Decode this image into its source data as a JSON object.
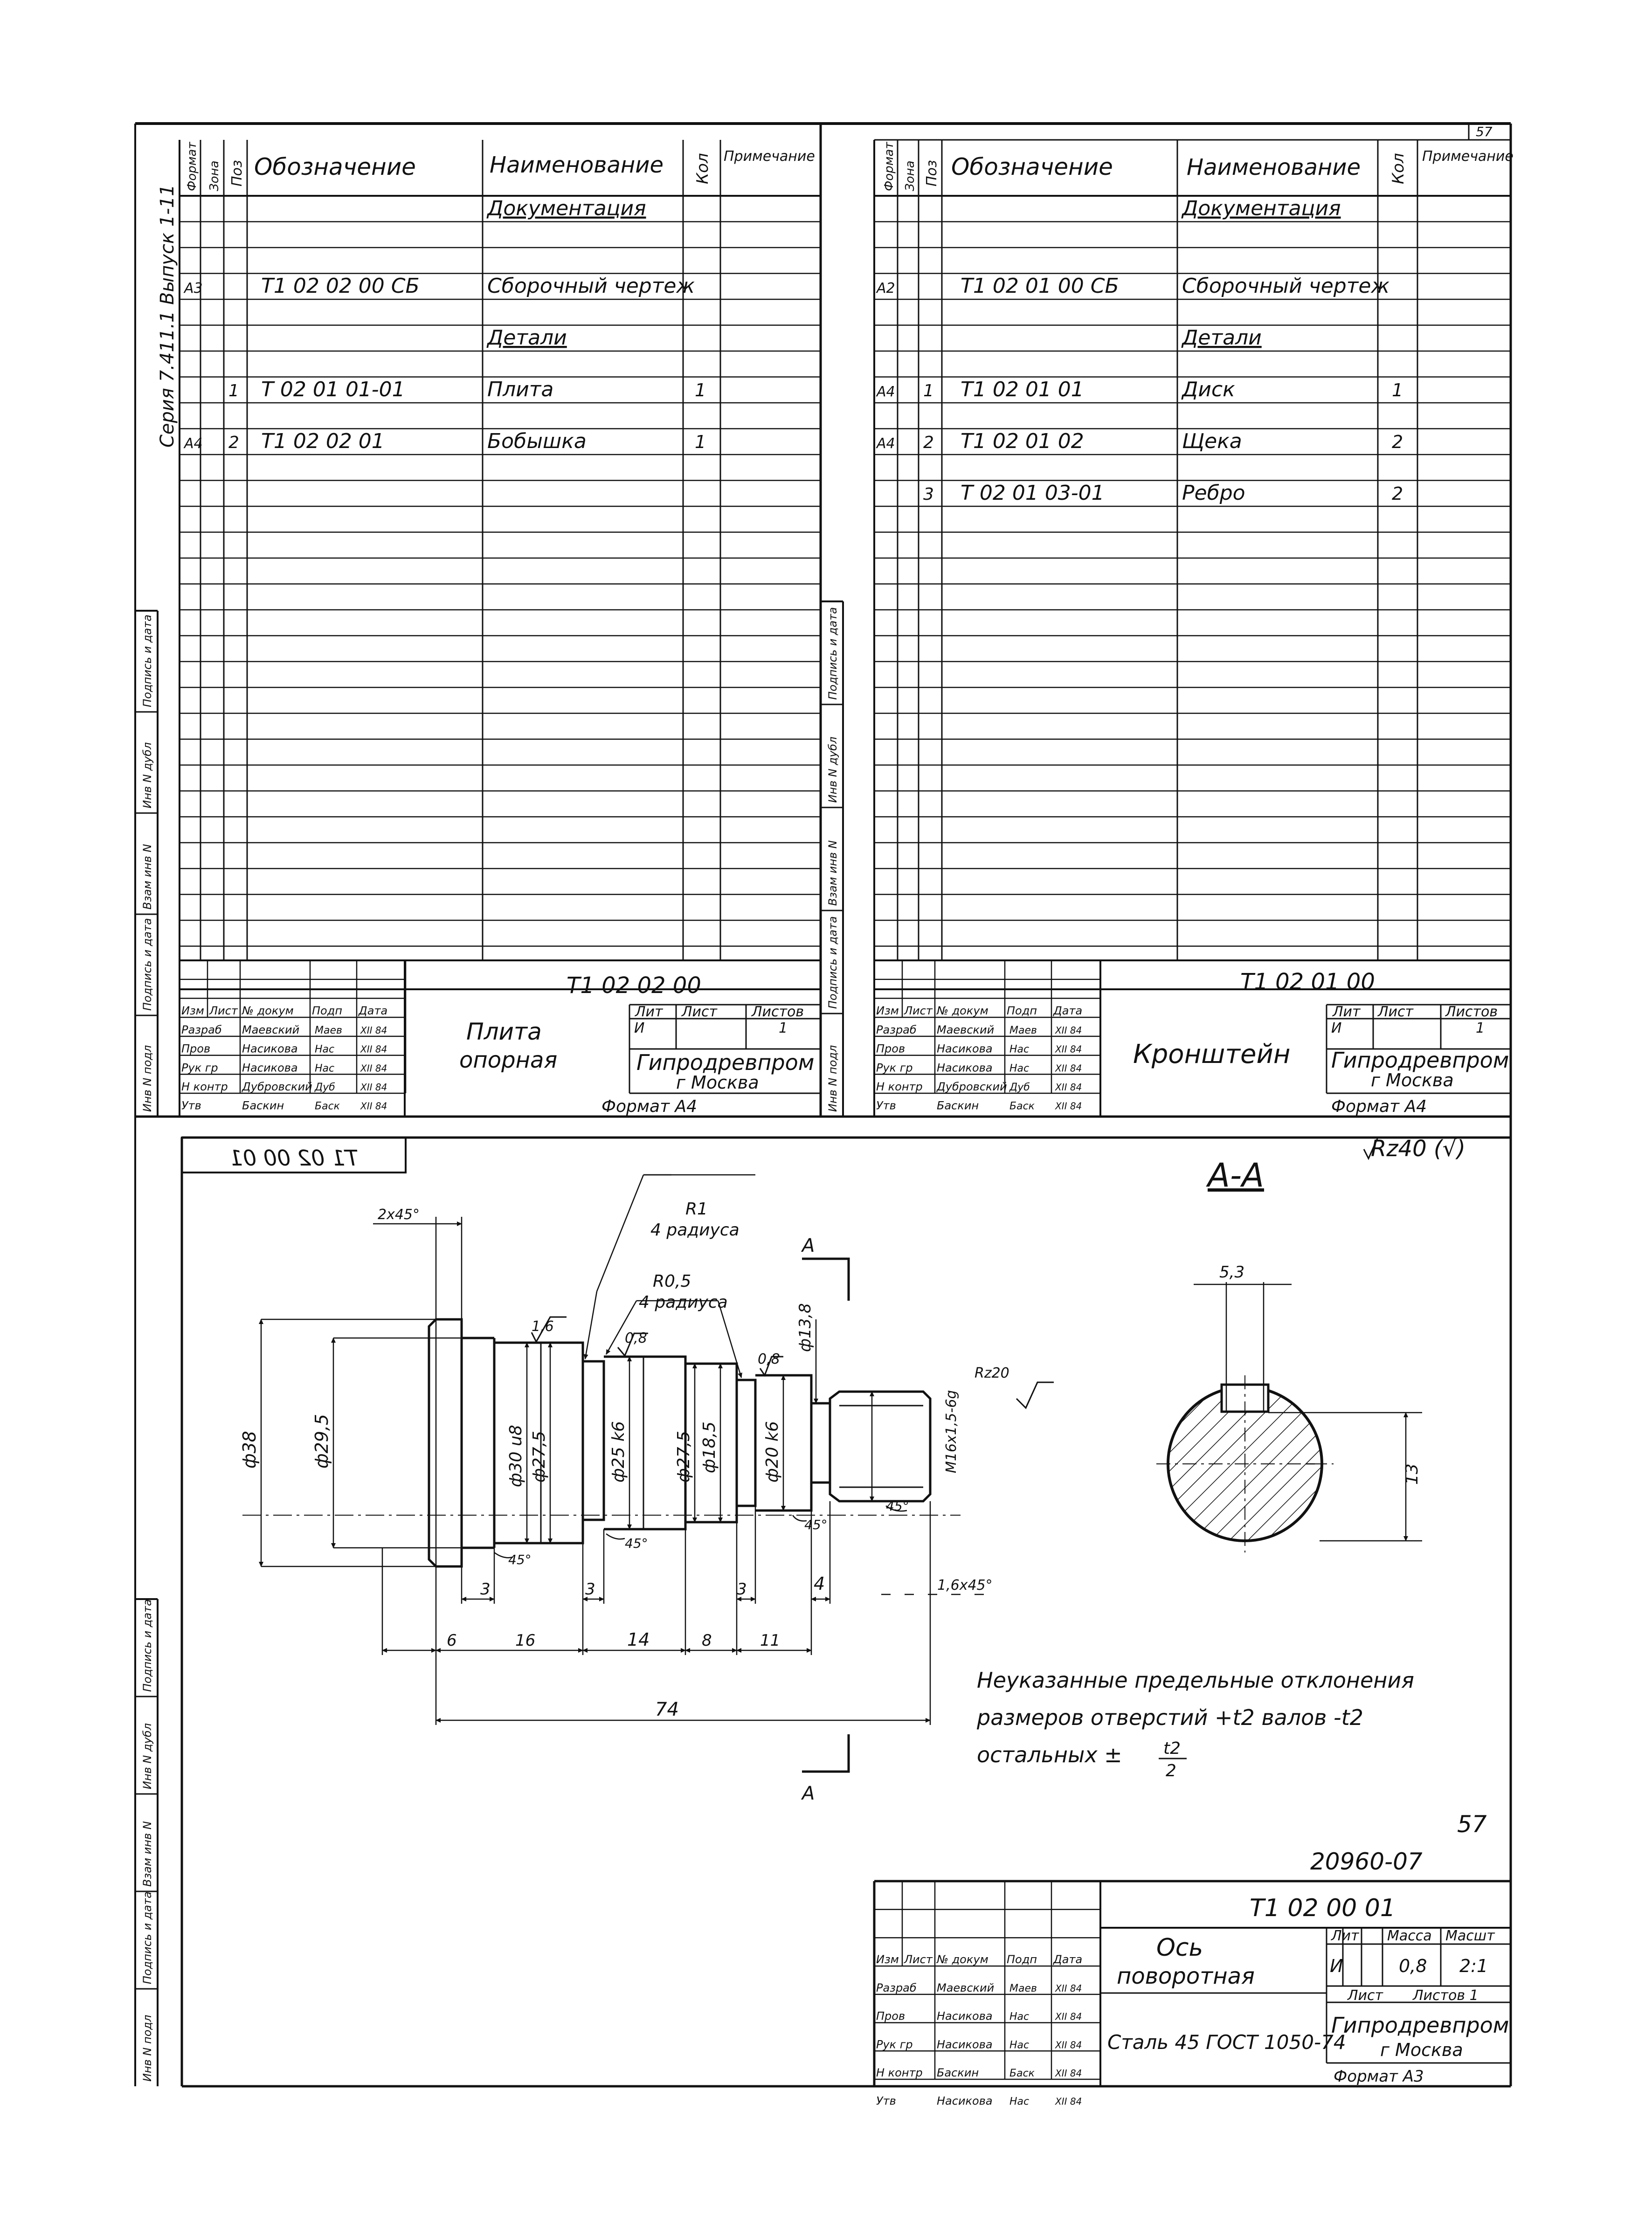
{
  "page_number": "57",
  "series_text": "Серия 7.411.1 Выпуск 1-11",
  "spec_headers": {
    "format": "Формат",
    "zone": "Зона",
    "pos": "Поз",
    "designation": "Обозначение",
    "name": "Наименование",
    "qty": "Кол",
    "note": "Примечание"
  },
  "left_spec": {
    "rows": [
      {
        "fmt": "",
        "pos": "",
        "des": "",
        "name": "Документация",
        "qty": "",
        "underline": true
      },
      {
        "fmt": "А3",
        "pos": "",
        "des": "Т1 02 02 00 СБ",
        "name": "Сборочный чертеж",
        "qty": "",
        "underline": false
      },
      {
        "fmt": "",
        "pos": "",
        "des": "",
        "name": "Детали",
        "qty": "",
        "underline": true
      },
      {
        "fmt": "",
        "pos": "1",
        "des": "Т 02 01 01-01",
        "name": "Плита",
        "qty": "1",
        "underline": false
      },
      {
        "fmt": "А4",
        "pos": "2",
        "des": "Т1 02 02 01",
        "name": "Бобышка",
        "qty": "1",
        "underline": false
      }
    ],
    "title_block": {
      "code": "Т1 02 02 00",
      "name_line1": "Плита",
      "name_line2": "опорная",
      "org_line1": "Гипродревпром",
      "org_line2": "г Москва",
      "format": "Формат А4",
      "lit_header": "Лит",
      "sheet_header": "Лист",
      "sheets_header": "Листов",
      "lit_value": "И",
      "sheets_value": "1",
      "col_headers": [
        "Изм",
        "Лист",
        "№ докум",
        "Подп",
        "Дата"
      ],
      "roles": [
        {
          "role": "Разраб",
          "person": "Маевский",
          "sign": "Маев",
          "date": "XII 84"
        },
        {
          "role": "Пров",
          "person": "Насикова",
          "sign": "Нас",
          "date": "XII 84"
        },
        {
          "role": "Рук гр",
          "person": "Насикова",
          "sign": "Нас",
          "date": "XII 84"
        },
        {
          "role": "Н контр",
          "person": "Дубровский",
          "sign": "Дуб",
          "date": "XII 84"
        },
        {
          "role": "Утв",
          "person": "Баскин",
          "sign": "Баск",
          "date": "XII 84"
        }
      ]
    }
  },
  "right_spec": {
    "rows": [
      {
        "fmt": "",
        "pos": "",
        "des": "",
        "name": "Документация",
        "qty": "",
        "underline": true
      },
      {
        "fmt": "А2",
        "pos": "",
        "des": "Т1 02 01 00 СБ",
        "name": "Сборочный чертеж",
        "qty": "",
        "underline": false
      },
      {
        "fmt": "",
        "pos": "",
        "des": "",
        "name": "Детали",
        "qty": "",
        "underline": true
      },
      {
        "fmt": "А4",
        "pos": "1",
        "des": "Т1 02 01 01",
        "name": "Диск",
        "qty": "1",
        "underline": false
      },
      {
        "fmt": "А4",
        "pos": "2",
        "des": "Т1 02 01 02",
        "name": "Щека",
        "qty": "2",
        "underline": false
      },
      {
        "fmt": "",
        "pos": "3",
        "des": "Т 02 01 03-01",
        "name": "Ребро",
        "qty": "2",
        "underline": false
      }
    ],
    "title_block": {
      "code": "Т1 02 01 00",
      "name_line1": "Кронштейн",
      "org_line1": "Гипродревпром",
      "org_line2": "г Москва",
      "format": "Формат А4",
      "lit_header": "Лит",
      "sheet_header": "Лист",
      "sheets_header": "Листов",
      "lit_value": "И",
      "sheets_value": "1",
      "col_headers": [
        "Изм",
        "Лист",
        "№ докум",
        "Подп",
        "Дата"
      ],
      "roles": [
        {
          "role": "Разраб",
          "person": "Маевский",
          "sign": "Маев",
          "date": "XII 84"
        },
        {
          "role": "Пров",
          "person": "Насикова",
          "sign": "Нас",
          "date": "XII 84"
        },
        {
          "role": "Рук гр",
          "person": "Насикова",
          "sign": "Нас",
          "date": "XII 84"
        },
        {
          "role": "Н контр",
          "person": "Дубровский",
          "sign": "Дуб",
          "date": "XII 84"
        },
        {
          "role": "Утв",
          "person": "Баскин",
          "sign": "Баск",
          "date": "XII 84"
        }
      ]
    }
  },
  "side_labels": {
    "inv_podl": "Инв N подл",
    "podp_data": "Подпись и дата",
    "vzam_inv": "Взам инв N",
    "inv_dubl": "Инв N дубл"
  },
  "drawing": {
    "mirrored_code": "Т1 02 00 01",
    "section_title": "А-А",
    "roughness_general": "Rz40 (√)",
    "section_label": "А",
    "callouts": {
      "chamfer_left": "2х45°",
      "r1": "R1",
      "r1_count": "4 радиуса",
      "r05": "R0,5",
      "r05_count": "4 радиуса",
      "rough_16": "1,6",
      "rough_08a": "0,8",
      "rough_08b": "0,8",
      "rz20": "Rz20",
      "thread": "M16х1,5-6g",
      "chamfer_end": "1,6х45°",
      "angle_a": "45°",
      "angle_b": "45°",
      "angle_c": "45°",
      "angle_d": "45°"
    },
    "diameters": [
      "ф38",
      "ф29,5",
      "ф30 u8",
      "ф27,5",
      "ф25 k6",
      "ф27,5",
      "ф18,5",
      "ф20 k6",
      "ф13,8"
    ],
    "lengths": {
      "d3a": "3",
      "d3b": "3",
      "d3c": "3",
      "d4": "4",
      "d6": "6",
      "d16": "16",
      "d14": "14",
      "d8": "8",
      "d11": "11",
      "overall": "74"
    },
    "section_dims": {
      "width": "5,3",
      "height": "13"
    },
    "notes": {
      "line1": "Неуказанные предельные отклонения",
      "line2": "размеров отверстий +t2 валов -t2",
      "line3": "остальных ±",
      "frac_top": "t2",
      "frac_bottom": "2"
    },
    "sheet_number": "57",
    "archive_number": "20960-07"
  },
  "bottom_title": {
    "code": "Т1 02 00 01",
    "name_line1": "Ось",
    "name_line2": "поворотная",
    "material": "Сталь 45 ГОСТ 1050-74",
    "org_line1": "Гипродревпром",
    "org_line2": "г Москва",
    "format": "Формат А3",
    "lit_header": "Лит",
    "mass_header": "Масса",
    "scale_header": "Масшт",
    "lit_value": "И",
    "mass_value": "0,8",
    "scale_value": "2:1",
    "sheet_label": "Лист",
    "sheets_label": "Листов 1",
    "col_headers": [
      "Изм",
      "Лист",
      "№ докум",
      "Подп",
      "Дата"
    ],
    "roles": [
      {
        "role": "Разраб",
        "person": "Маевский",
        "sign": "Маев",
        "date": "XII 84"
      },
      {
        "role": "Пров",
        "person": "Насикова",
        "sign": "Нас",
        "date": "XII 84"
      },
      {
        "role": "Рук гр",
        "person": "Насикова",
        "sign": "Нас",
        "date": "XII 84"
      },
      {
        "role": "Н контр",
        "person": "Баскин",
        "sign": "Баск",
        "date": "XII 84"
      },
      {
        "role": "Утв",
        "person": "Насикова",
        "sign": "Нас",
        "date": "XII 84"
      }
    ]
  }
}
